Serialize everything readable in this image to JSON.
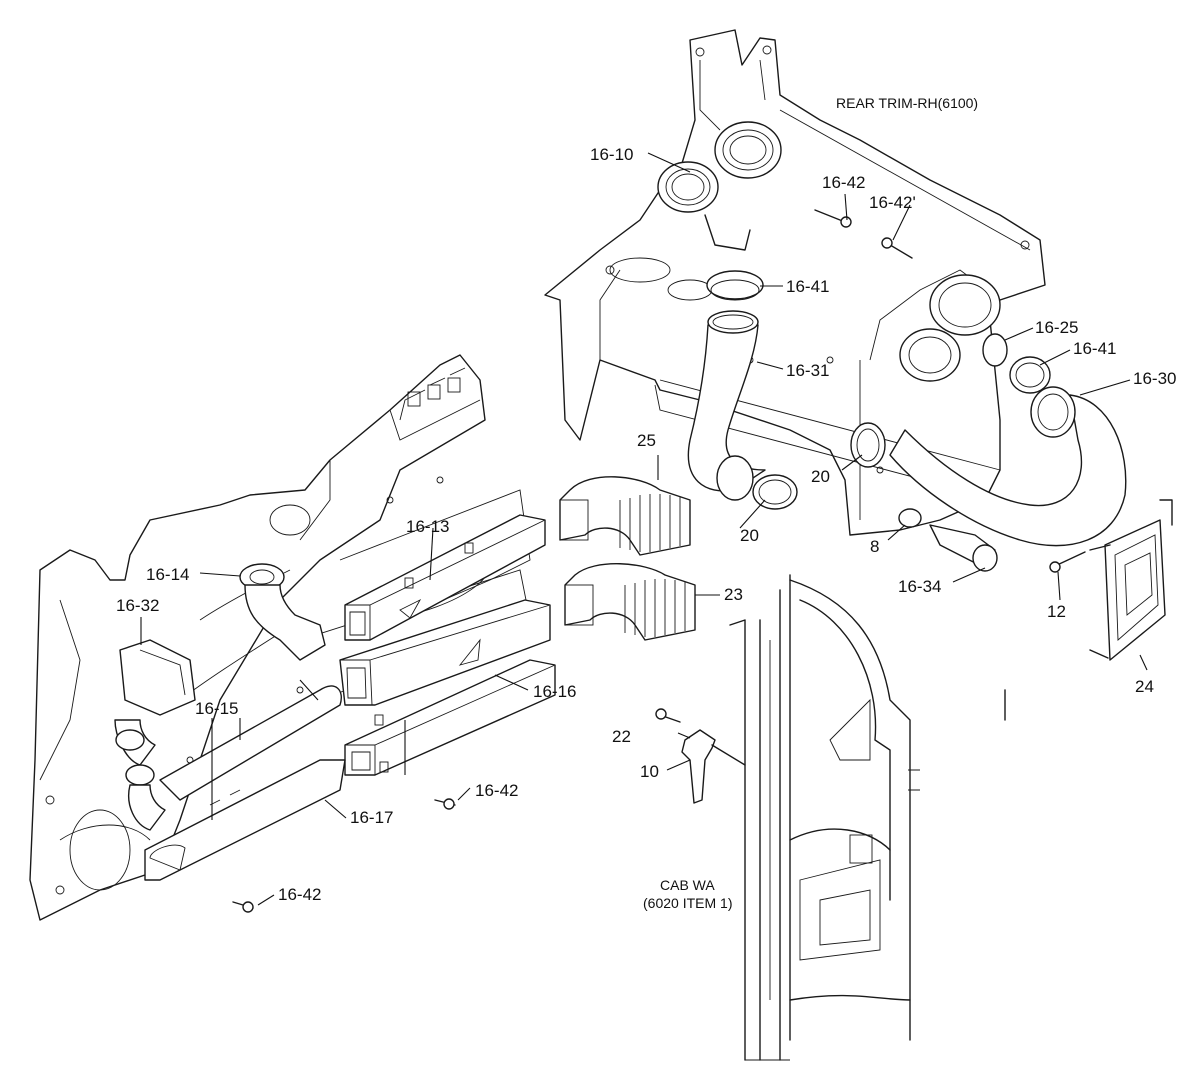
{
  "notes": {
    "rear_trim": "REAR TRIM-RH(6100)",
    "cab_wa_line1": "CAB WA",
    "cab_wa_line2": "(6020 ITEM 1)"
  },
  "callouts": [
    "16-10",
    "16-42",
    "16-42'",
    "16-41",
    "16-25",
    "16-41",
    "16-30",
    "16-31",
    "25",
    "20",
    "20",
    "8",
    "16-34",
    "12",
    "24",
    "23",
    "16-13",
    "16-14",
    "16-32",
    "16-15",
    "16-16",
    "16-42",
    "16-17",
    "16-42",
    "22",
    "10"
  ]
}
